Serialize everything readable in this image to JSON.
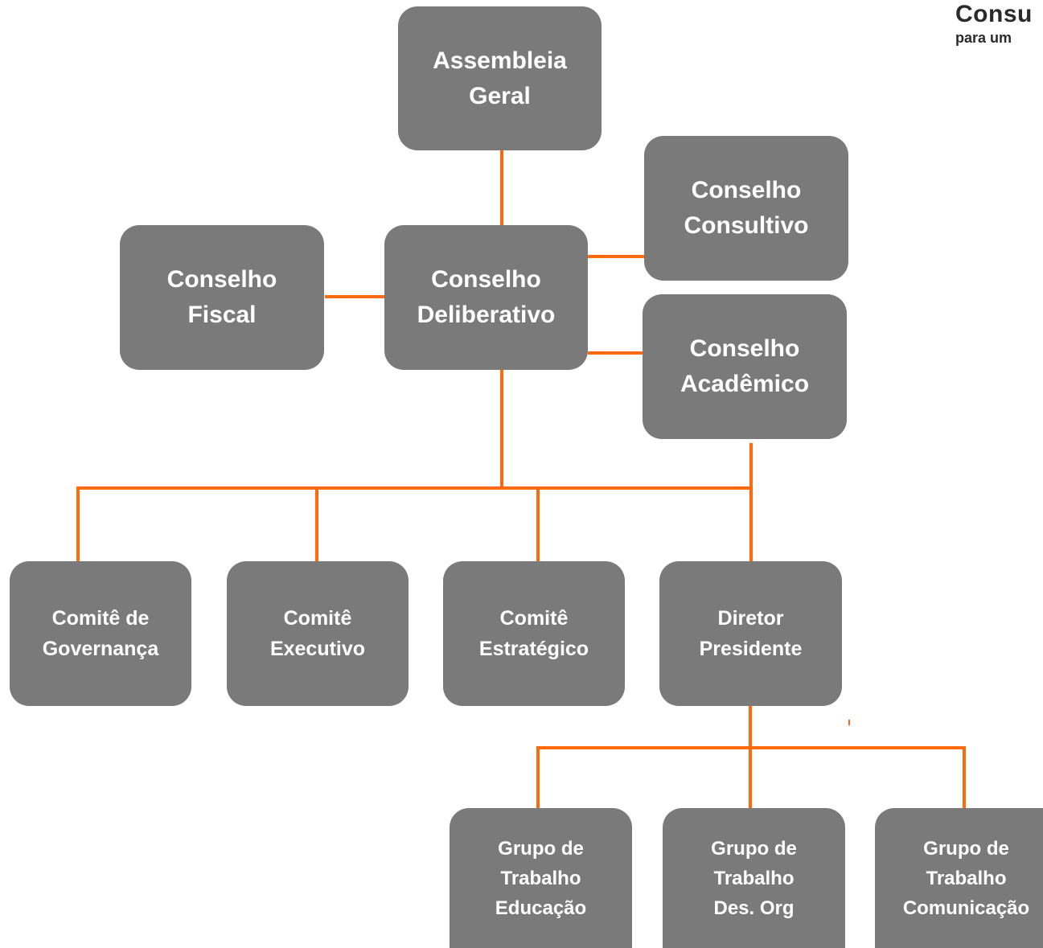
{
  "brand": {
    "line1": "Consu",
    "line2": "para um"
  },
  "nodes": {
    "assembleia": [
      "Assembleia",
      "Geral"
    ],
    "conselho_consultivo": [
      "Conselho",
      "Consultivo"
    ],
    "conselho_fiscal": [
      "Conselho",
      "Fiscal"
    ],
    "conselho_deliberativo": [
      "Conselho",
      "Deliberativo"
    ],
    "conselho_academico": [
      "Conselho",
      "Acadêmico"
    ],
    "comite_governanca": [
      "Comitê de",
      "Governança"
    ],
    "comite_executivo": [
      "Comitê",
      "Executivo"
    ],
    "comite_estrategico": [
      "Comitê",
      "Estratégico"
    ],
    "diretor_presidente": [
      "Diretor",
      "Presidente"
    ],
    "gt_educacao": [
      "Grupo de",
      "Trabalho",
      "Educação"
    ],
    "gt_des_org": [
      "Grupo de",
      "Trabalho",
      "Des. Org"
    ],
    "gt_comunicacao": [
      "Grupo de",
      "Trabalho",
      "Comunicação"
    ]
  },
  "colors": {
    "node_fill": "#7a7a7a",
    "node_text": "#ffffff",
    "connector": "#ff6a0d",
    "background": "#ffffff"
  }
}
